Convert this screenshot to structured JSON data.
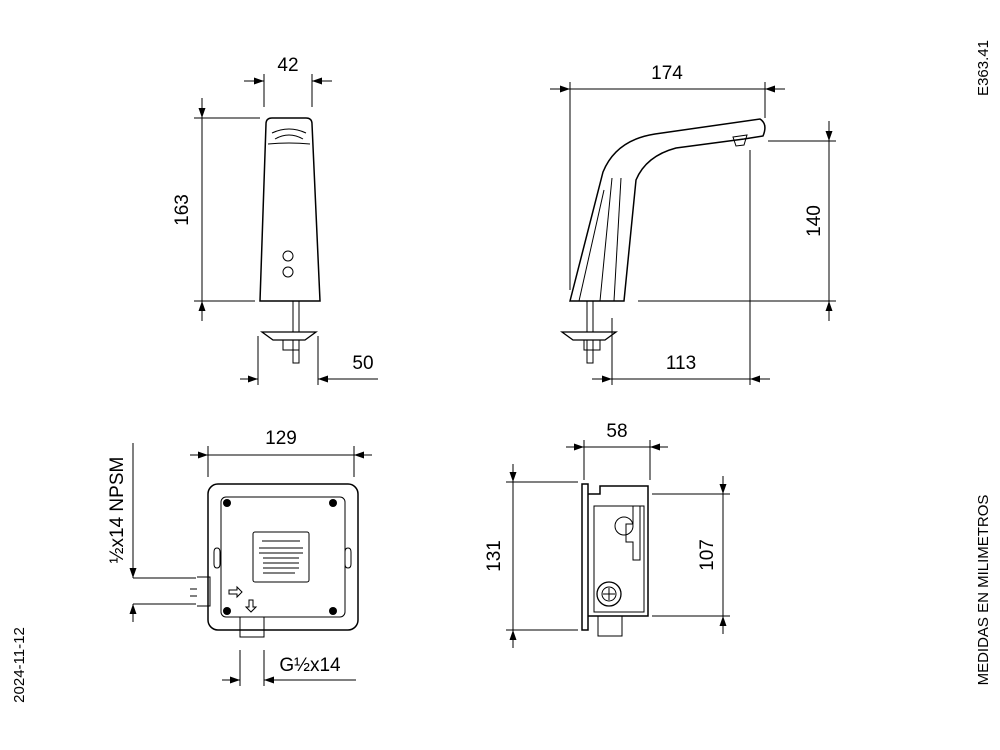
{
  "document": {
    "code": "E363.41",
    "date": "2024-11-12",
    "units_note": "MEDIDAS EN MILIMETROS"
  },
  "front_view": {
    "width": "42",
    "height": "163",
    "bottom": "50"
  },
  "side_view": {
    "reach": "174",
    "height": "140",
    "base_offset": "113"
  },
  "box_front": {
    "width": "129",
    "inlet_thread": "½x14 NPSM",
    "outlet_thread": "G½x14"
  },
  "box_side": {
    "depth": "58",
    "height_outer": "131",
    "height_inner": "107"
  }
}
